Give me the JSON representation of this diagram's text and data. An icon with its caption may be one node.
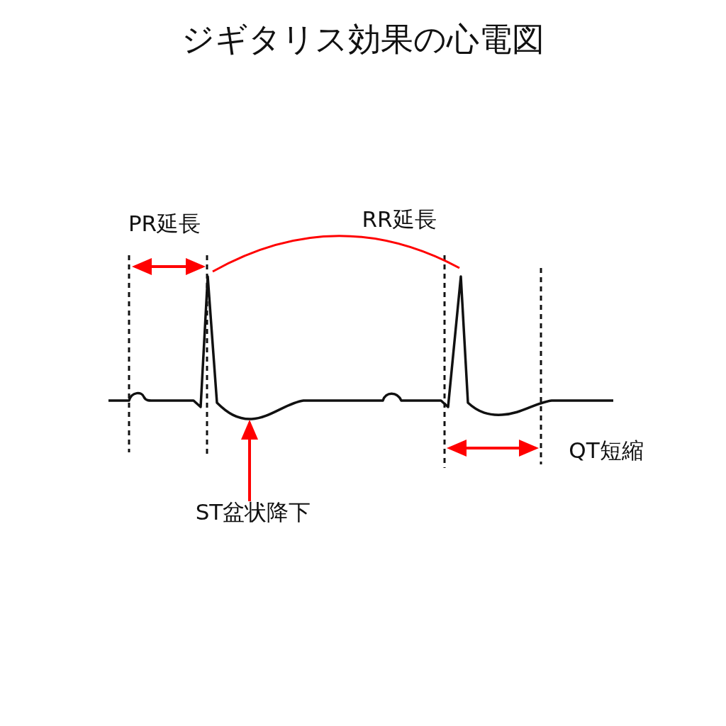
{
  "diagram": {
    "title": "ジギタリス効果の心電図",
    "nodes": [
      {
        "text": [],
        "shape": "picture"
      },
      {
        "text": [
          "ST盆状降下"
        ]
      }
    ],
    "edges": [
      {
        "from": 1,
        "to": 0,
        "arrow": "to",
        "color": "#ff0000"
      }
    ],
    "labels": [
      "PR延長",
      "RR延長",
      "QT短縮"
    ]
  }
}
